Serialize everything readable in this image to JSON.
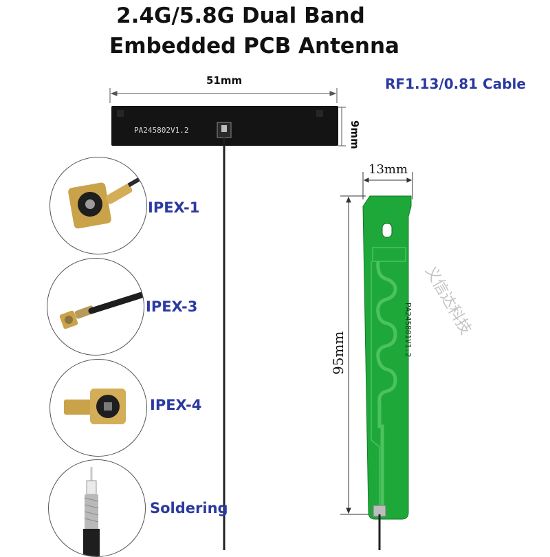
{
  "title": {
    "line1": "2.4G/5.8G Dual Band",
    "line2": "Embedded PCB Antenna"
  },
  "cable_label": "RF1.13/0.81 Cable",
  "black_pcb": {
    "width_dim": "51mm",
    "height_dim": "9mm",
    "model_text": "PA245802V1.2",
    "color": "#111111"
  },
  "green_pcb": {
    "width_dim": "13mm",
    "height_dim": "95mm",
    "model_text": "PA245801V1.2",
    "watermark": "义信达科技",
    "color": "#1fa83a"
  },
  "connectors": [
    {
      "label": "IPEX-1",
      "icon": "ipex1-connector-icon"
    },
    {
      "label": "IPEX-3",
      "icon": "ipex3-connector-icon"
    },
    {
      "label": "IPEX-4",
      "icon": "ipex4-connector-icon"
    },
    {
      "label": "Soldering",
      "icon": "soldering-cable-icon"
    }
  ],
  "colors": {
    "label_blue": "#2b3aa0",
    "gold": "#c9a24a"
  }
}
